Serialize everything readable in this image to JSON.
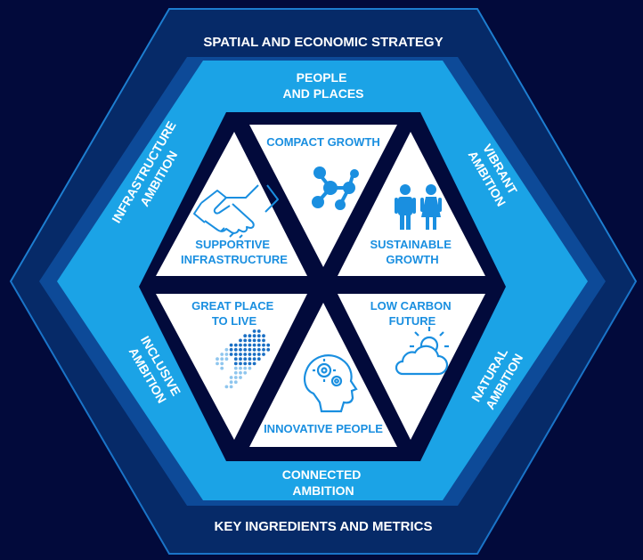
{
  "outer_ring": {
    "top_label": "SPATIAL AND ECONOMIC STRATEGY",
    "bottom_label": "KEY INGREDIENTS AND METRICS"
  },
  "ambitions": {
    "top": [
      "PEOPLE",
      "AND PLACES"
    ],
    "top_left": [
      "INFRASTRUCTURE",
      "AMBITION"
    ],
    "top_right": [
      "VIBRANT",
      "AMBITION"
    ],
    "bottom_left": [
      "INCLUSIVE",
      "AMBITION"
    ],
    "bottom_right": [
      "NATURAL",
      "AMBITION"
    ],
    "bottom": [
      "CONNECTED",
      "AMBITION"
    ]
  },
  "segments": {
    "compact_growth": [
      "COMPACT GROWTH"
    ],
    "sustainable_growth": [
      "SUSTAINABLE",
      "GROWTH"
    ],
    "low_carbon_future": [
      "LOW CARBON",
      "FUTURE"
    ],
    "innovative_people": [
      "INNOVATIVE PEOPLE"
    ],
    "great_place_to_live": [
      "GREAT PLACE",
      "TO LIVE"
    ],
    "supportive_infrastructure": [
      "SUPPORTIVE",
      "INFRASTRUCTURE"
    ]
  },
  "icons": {
    "compact_growth": "molecule-network-icon",
    "sustainable_growth": "man-woman-icon",
    "low_carbon_future": "sun-cloud-icon",
    "innovative_people": "head-gears-icon",
    "great_place_to_live": "dotted-map-icon",
    "supportive_infrastructure": "handshake-icon"
  },
  "colors": {
    "background": "#020a3b",
    "outer_hex": "#062a68",
    "middle_hex": "#0e4d9c",
    "light_band": "#1ba3e6",
    "inner_frame": "#020a3b",
    "segment_fill": "#ffffff",
    "segment_text": "#1a8fe0",
    "ring_text": "#ffffff"
  }
}
